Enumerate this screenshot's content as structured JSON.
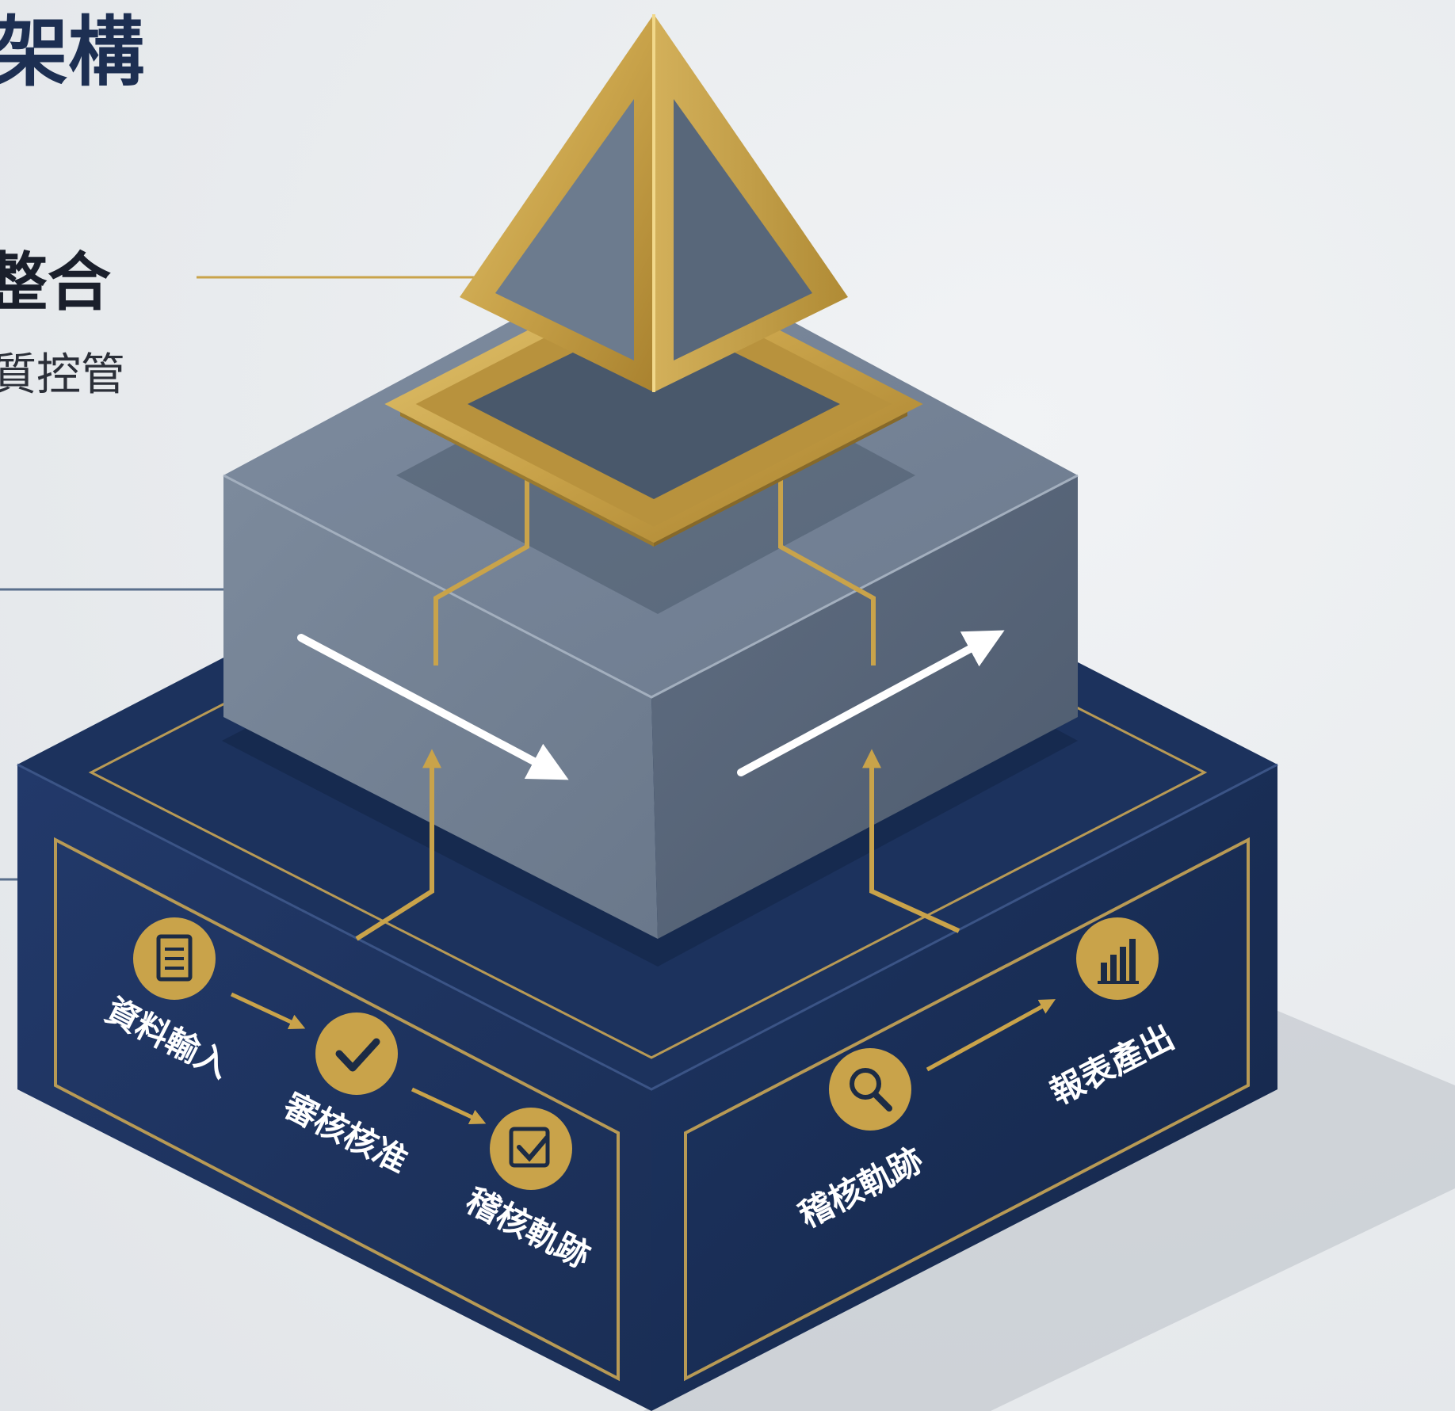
{
  "header": {
    "title": "架構",
    "heading": "整合",
    "subheading": "質控管"
  },
  "colors": {
    "gold": "#c9a34a",
    "navy": "#1e3560",
    "slate": "#6f7e91",
    "background": "#eaedf0"
  },
  "left_face": {
    "steps": [
      {
        "label": "資料輸入",
        "icon": "document-icon"
      },
      {
        "label": "審核核准",
        "icon": "checkmark-icon"
      },
      {
        "label": "稽核軌跡",
        "icon": "checkbox-icon"
      }
    ]
  },
  "right_face": {
    "steps": [
      {
        "label": "稽核軌跡",
        "icon": "magnifier-icon"
      },
      {
        "label": "報表產出",
        "icon": "bar-chart-icon"
      }
    ]
  }
}
